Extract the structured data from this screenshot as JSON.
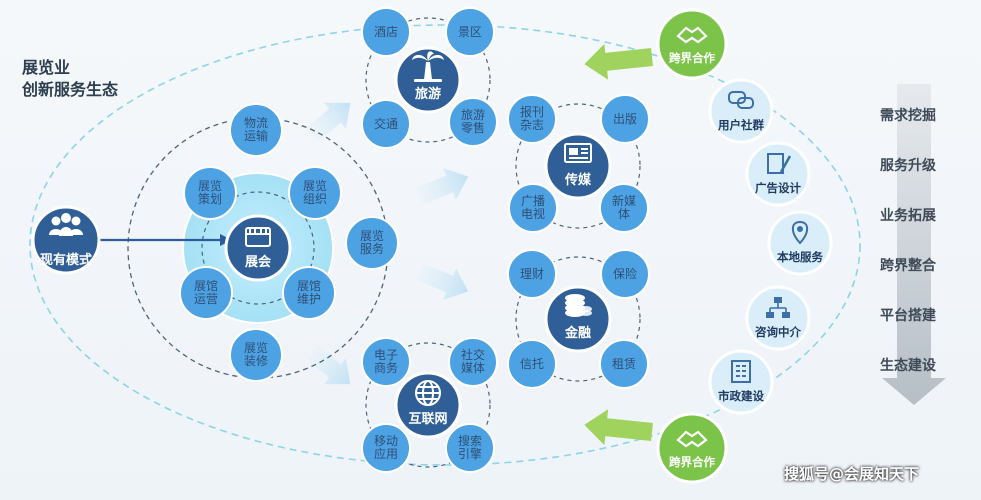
{
  "title": "展览业\n创新服务生态",
  "left_node": {
    "label": "现有模式",
    "icon": "people-icon"
  },
  "center": {
    "label": "展会",
    "icon": "exhibition-booth-icon",
    "inner_items": [
      "展览\n策划",
      "展览\n组织",
      "展馆\n运营",
      "展馆\n维护"
    ],
    "outer_items": [
      "物流\n运输",
      "展览\n服务",
      "展览\n装修"
    ]
  },
  "clusters": {
    "tourism": {
      "label": "旅游",
      "icon": "palm-tree-icon",
      "items": [
        "酒店",
        "景区",
        "交通",
        "旅游\n零售"
      ]
    },
    "media": {
      "label": "传媒",
      "icon": "newspaper-icon",
      "items": [
        "报刊\n杂志",
        "出版",
        "广播\n电视",
        "新媒\n体"
      ]
    },
    "finance": {
      "label": "金融",
      "icon": "coins-icon",
      "items": [
        "理财",
        "保险",
        "信托",
        "租赁"
      ]
    },
    "internet": {
      "label": "互联网",
      "icon": "globe-icon",
      "items": [
        "电子\n商务",
        "社交\n媒体",
        "移动\n应用",
        "搜索\n引擎"
      ]
    }
  },
  "chain": [
    {
      "label": "跨界合作",
      "icon": "handshake-icon"
    },
    {
      "label": "用户社群",
      "icon": "chat-bubbles-icon"
    },
    {
      "label": "广告设计",
      "icon": "pen-document-icon"
    },
    {
      "label": "本地服务",
      "icon": "location-pin-icon"
    },
    {
      "label": "咨询中介",
      "icon": "network-icon"
    },
    {
      "label": "市政建设",
      "icon": "building-icon"
    },
    {
      "label": "跨界合作",
      "icon": "handshake-icon"
    }
  ],
  "right_labels": [
    "需求挖掘",
    "服务升级",
    "业务拓展",
    "跨界整合",
    "平台搭建",
    "生态建设"
  ],
  "watermark": "搜狐号@会展知天下",
  "colors": {
    "hub": "#2f5f96",
    "satellite": "#4da2e4",
    "green": "#7cc34a",
    "center_glow": "#a8e4f6",
    "dashed": "#8cd4ea",
    "arrow": "#2c5d9a"
  }
}
